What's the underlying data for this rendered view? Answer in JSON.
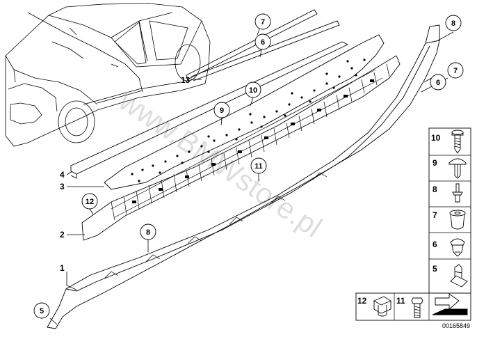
{
  "diagram_id": "00165849",
  "watermark": "www.BMWstore.pl",
  "callouts": [
    "1",
    "2",
    "3",
    "4",
    "5",
    "6",
    "7",
    "8",
    "9",
    "10",
    "11",
    "12",
    "13"
  ],
  "legend": [
    {
      "no": "10",
      "part": "screw-icon"
    },
    {
      "no": "9",
      "part": "push-rivet-icon"
    },
    {
      "no": "8",
      "part": "blind-rivet-icon"
    },
    {
      "no": "7",
      "part": "expanding-nut-icon"
    },
    {
      "no": "6",
      "part": "clip-icon"
    },
    {
      "no": "5",
      "part": "spring-nut-icon"
    },
    {
      "no": "12",
      "part": "sleeve-nut-icon"
    },
    {
      "no": "11",
      "part": "bolt-icon"
    }
  ],
  "colors": {
    "line": "#000000",
    "legend_border": "#000000",
    "background": "#ffffff"
  }
}
